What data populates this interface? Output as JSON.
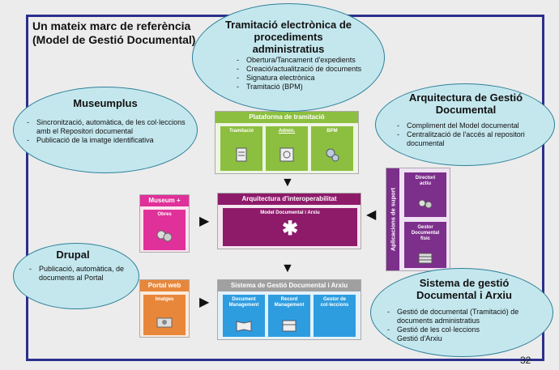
{
  "title": "Un mateix marc de referència\n(Model de Gestió Documental)",
  "page_number": "32",
  "bubbles": {
    "tramitacio": {
      "title": "Tramitació electrònica de procediments administratius",
      "items": [
        "Obertura/Tancament d'expedients",
        "Creació/actualització de documents",
        "Signatura electrònica",
        "Tramitació (BPM)"
      ]
    },
    "museumplus": {
      "title": "Museumplus",
      "items": [
        "Sincronització, automàtica,  de les col·leccions amb el Repositori documental",
        "Publicació de la imatge identificativa"
      ]
    },
    "arquitectura": {
      "title": "Arquitectura de Gestió Documental",
      "items": [
        "Compliment del Model documental",
        "Centralització de l'accés al repositori documental"
      ]
    },
    "drupal": {
      "title": "Drupal",
      "items": [
        "Publicació, automàtica, de documents al Portal"
      ]
    },
    "sistema": {
      "title": "Sistema de gestió Documental i Arxiu",
      "items": [
        "Gestió de documental (Tramitació) de documents administratius",
        "Gestió de les col·leccions",
        "Gestió d'Arxiu"
      ]
    }
  },
  "plataforma": {
    "header": "Plataforma de tramitació",
    "tiles": [
      "Tramitació",
      "Admin.",
      "BPM"
    ],
    "color": "#8cbf3f"
  },
  "interop": {
    "header": "Arquitectura d'interoperabilitat",
    "sub": "Model Documental i Arxiu",
    "color": "#8e1a6a"
  },
  "museum": {
    "header": "Museum +",
    "tile": "Obres",
    "color": "#e0309a"
  },
  "portal": {
    "header": "Portal web",
    "tile": "Imatges",
    "color": "#e8873a"
  },
  "sgda": {
    "header": "Sistema de Gestió Documental i Arxiu",
    "tiles": [
      "Document Management",
      "Record Management",
      "Gestor de col·leccions"
    ],
    "color": "#2e9de0",
    "header_color": "#a0a0a0"
  },
  "suport": {
    "label": "Aplicacions de suport",
    "tiles": [
      "Directori actiu",
      "Gestor Documental físic"
    ],
    "color": "#7d2f8c"
  },
  "icons": [
    "document-icon",
    "magnifier-icon",
    "gears-icon",
    "asterisk-icon",
    "people-icon",
    "camera-icon",
    "book-icon",
    "archive-icon",
    "users-icon",
    "stack-icon"
  ]
}
